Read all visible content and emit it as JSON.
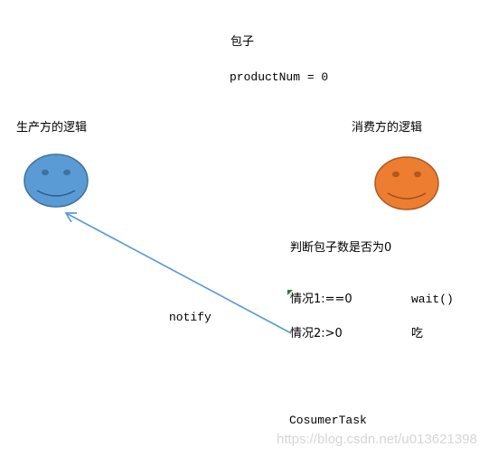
{
  "title": "包子",
  "product_num": "productNum = 0",
  "producer": {
    "label": "生产方的逻辑",
    "color": "#5b9bd5",
    "stroke": "#41719c"
  },
  "consumer": {
    "label": "消费方的逻辑",
    "color": "#ed7d31",
    "stroke": "#ae5a21"
  },
  "check": "判断包子数是否为0",
  "case1": {
    "condition": "情况1:==0",
    "action": "wait()"
  },
  "case2": {
    "condition": "情况2:>0",
    "action": "吃"
  },
  "arrow": {
    "label": "notify",
    "color": "#5b9bd5"
  },
  "task_name": "CosumerTask",
  "watermark": "https://blog.csdn.net/u013621398"
}
